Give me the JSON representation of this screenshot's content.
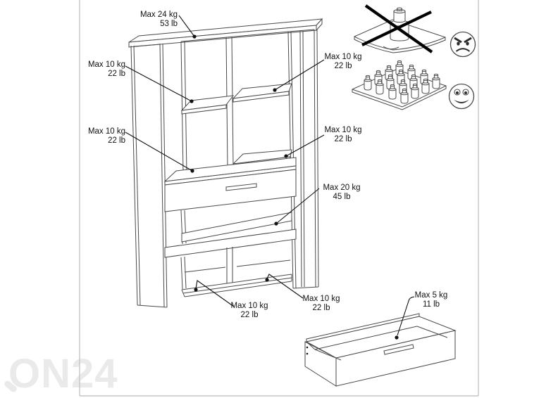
{
  "page": {
    "background": "#ffffff"
  },
  "watermark": {
    "text": "ON24"
  },
  "colors": {
    "line_color": "#4a4a4a",
    "leader_color": "#111111",
    "cross_color": "#000000",
    "label_color": "#111111",
    "frame_color": "#c5c5c5",
    "watermark_color": "#eaeaea"
  },
  "labels": {
    "top_panel": {
      "line1": "Max 24 kg",
      "line2": "53 lb"
    },
    "upper_left_shelf": {
      "line1": "Max 10 kg",
      "line2": "22 lb"
    },
    "middle_left_shelf": {
      "line1": "Max 10 kg",
      "line2": "22 lb"
    },
    "upper_right_shelf": {
      "line1": "Max 10 kg",
      "line2": "22 lb"
    },
    "middle_right_shelf": {
      "line1": "Max 10 kg",
      "line2": "22 lb"
    },
    "open_compartment": {
      "line1": "Max 20 kg",
      "line2": "45 lb"
    },
    "bottom_left_shelf": {
      "line1": "Max 10 kg",
      "line2": "22 lb"
    },
    "bottom_right_shelf": {
      "line1": "Max 10 kg",
      "line2": "22 lb"
    },
    "drawer": {
      "line1": "Max 5 kg",
      "line2": "11 lb"
    }
  },
  "icons": {
    "wrong_loading": "crossed-out-point-load-icon",
    "correct_loading": "distributed-load-icon",
    "angry": "angry-face-icon",
    "happy": "happy-face-icon"
  }
}
